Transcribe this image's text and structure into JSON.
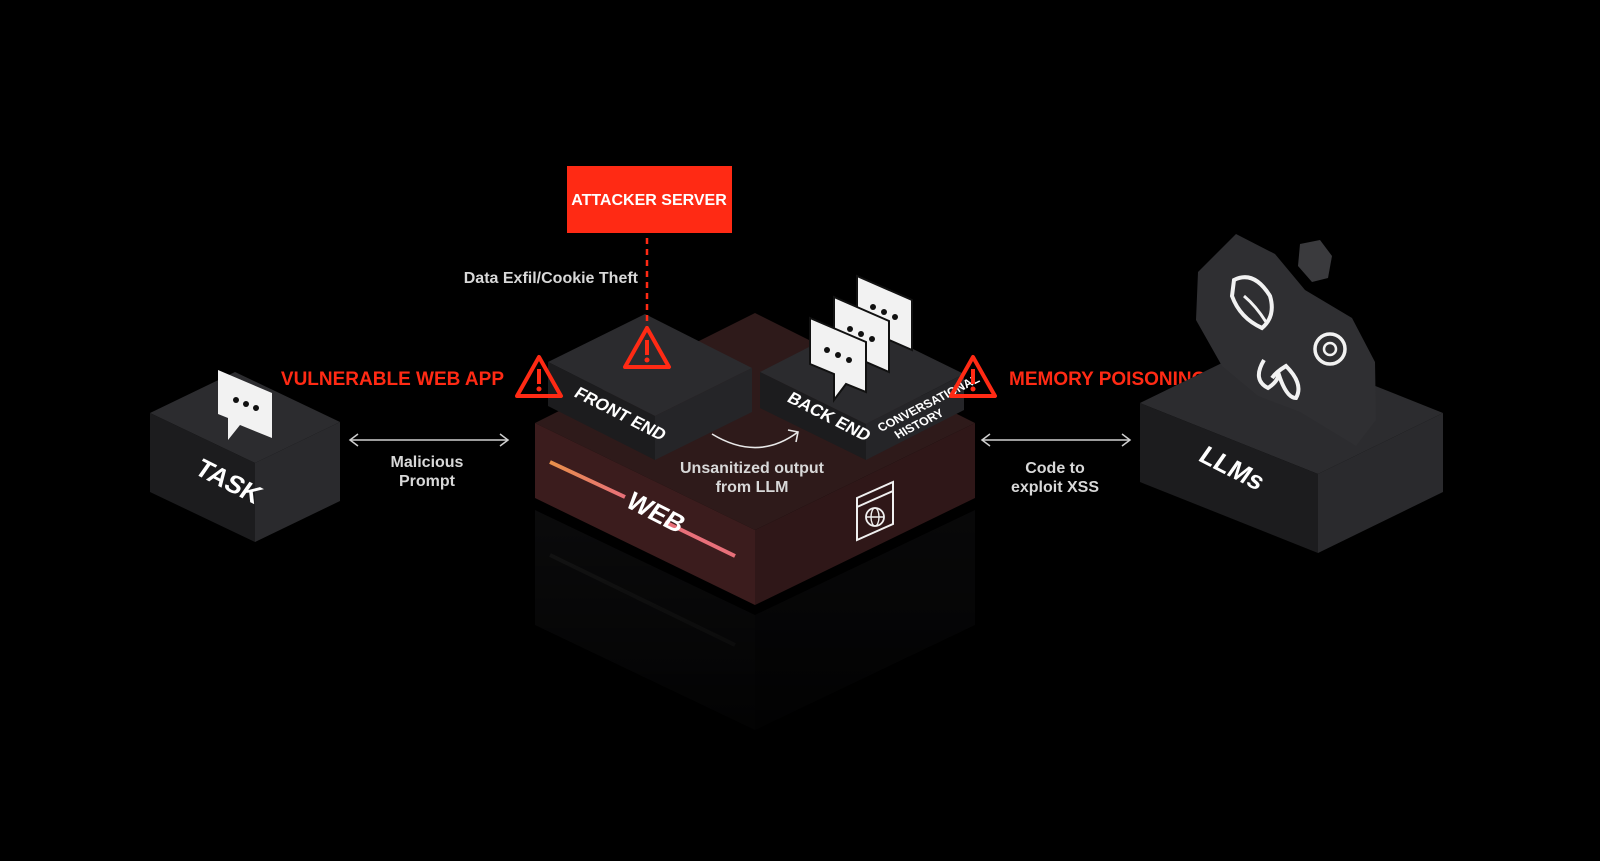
{
  "attacker_server": {
    "label": "ATTACKER SERVER"
  },
  "exfil_label": "Data Exfil/Cookie Theft",
  "task_block": {
    "label": "TASK"
  },
  "web_block": {
    "label": "WEB"
  },
  "front_end": {
    "label": "FRONT END"
  },
  "back_end": {
    "label": "BACK END"
  },
  "history": {
    "line1": "CONVERSATIONAL",
    "line2": "HISTORY"
  },
  "llms_block": {
    "label": "LLMs"
  },
  "warnings": {
    "left": "VULNERABLE WEB APP",
    "right": "MEMORY POISONING"
  },
  "arrows": {
    "left": {
      "line1": "Malicious",
      "line2": "Prompt"
    },
    "middle": {
      "line1": "Unsanitized output",
      "line2": "from LLM"
    },
    "right": {
      "line1": "Code to",
      "line2": "exploit XSS"
    }
  },
  "colors": {
    "accent_red": "#ff2a14",
    "block_dark": "#232325",
    "web_platform": "#3a1c1c"
  },
  "icons": [
    "chat-bubble-icon",
    "warning-icon",
    "browser-globe-icon",
    "deepseek-whale-icon",
    "openai-icon",
    "meta-infinity-icon"
  ]
}
